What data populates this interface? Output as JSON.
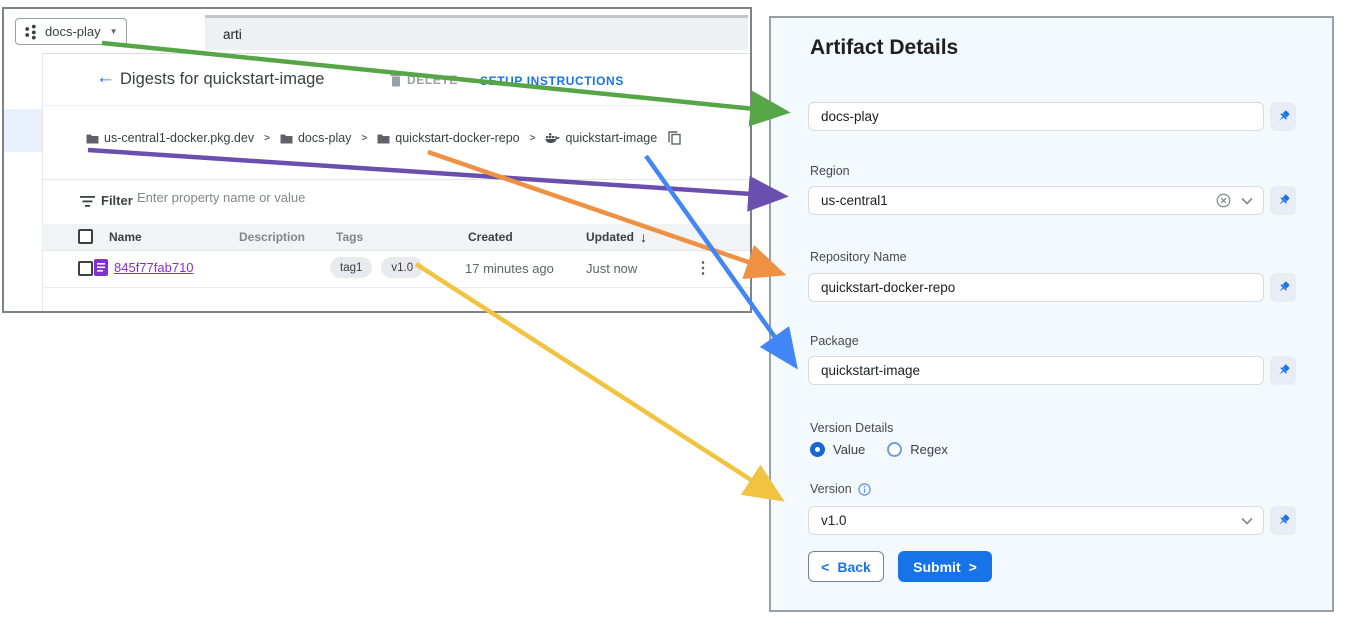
{
  "colors": {
    "accent_blue": "#1a73e8",
    "link_purple": "#8430ce",
    "panel_background": "#f4f9fd",
    "arrow_green": "#56a546",
    "arrow_purple": "#6b4fae",
    "arrow_orange": "#ee9143",
    "arrow_blue": "#4285f4",
    "arrow_yellow": "#f2c340"
  },
  "icons": {
    "back_arrow": "←",
    "dropdown_caret": "▼",
    "sort_desc": "↓",
    "more_vertical": "⋮",
    "breadcrumb_separator": ">"
  },
  "topbar": {
    "project_selector": "docs-play",
    "search_value": "arti"
  },
  "header": {
    "title": "Digests for quickstart-image",
    "delete_label": "DELETE",
    "setup_label": "SETUP INSTRUCTIONS"
  },
  "breadcrumb": {
    "items": [
      {
        "label": "us-central1-docker.pkg.dev"
      },
      {
        "label": "docs-play"
      },
      {
        "label": "quickstart-docker-repo"
      },
      {
        "label": "quickstart-image"
      }
    ]
  },
  "filter": {
    "label": "Filter",
    "placeholder": "Enter property name or value"
  },
  "table": {
    "columns": {
      "name": "Name",
      "description": "Description",
      "tags": "Tags",
      "created": "Created",
      "updated": "Updated"
    },
    "row": {
      "name": "845f77fab710",
      "tags": [
        "tag1",
        "v1.0"
      ],
      "created": "17 minutes ago",
      "updated": "Just now"
    }
  },
  "panel": {
    "title": "Artifact Details",
    "fields": {
      "project": {
        "value": "docs-play"
      },
      "region": {
        "label": "Region",
        "value": "us-central1"
      },
      "repository": {
        "label": "Repository Name",
        "value": "quickstart-docker-repo"
      },
      "package": {
        "label": "Package",
        "value": "quickstart-image"
      },
      "version": {
        "label": "Version",
        "value": "v1.0"
      }
    },
    "version_details": {
      "label": "Version Details",
      "options": [
        "Value",
        "Regex"
      ],
      "selected": "Value"
    },
    "buttons": {
      "back_chevron": "<",
      "back_label": "Back",
      "submit_label": "Submit",
      "submit_chevron": ">"
    }
  }
}
